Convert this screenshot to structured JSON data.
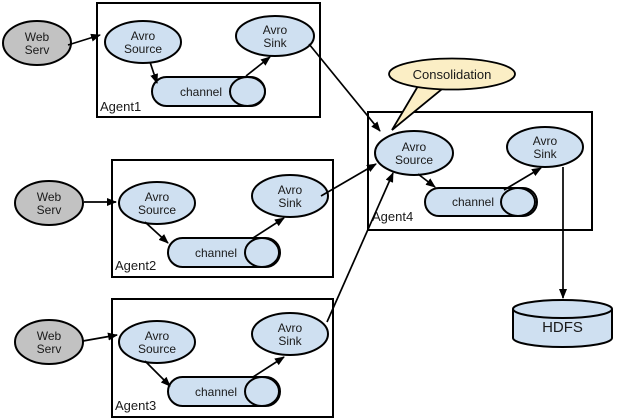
{
  "colors": {
    "background": "#ffffff",
    "node_fill": "#cfe0f1",
    "web_server_fill": "#c2c2c2",
    "callout_fill": "#fbeec5",
    "stroke": "#000000"
  },
  "web_servers": [
    {
      "line1": "Web",
      "line2": "Serv"
    },
    {
      "line1": "Web",
      "line2": "Serv"
    },
    {
      "line1": "Web",
      "line2": "Serv"
    }
  ],
  "agents": [
    {
      "name": "Agent1",
      "source_line1": "Avro",
      "source_line2": "Source",
      "channel": "channel",
      "sink_line1": "Avro",
      "sink_line2": "Sink"
    },
    {
      "name": "Agent2",
      "source_line1": "Avro",
      "source_line2": "Source",
      "channel": "channel",
      "sink_line1": "Avro",
      "sink_line2": "Sink"
    },
    {
      "name": "Agent3",
      "source_line1": "Avro",
      "source_line2": "Source",
      "channel": "channel",
      "sink_line1": "Avro",
      "sink_line2": "Sink"
    },
    {
      "name": "Agent4",
      "source_line1": "Avro",
      "source_line2": "Source",
      "channel": "channel",
      "sink_line1": "Avro",
      "sink_line2": "Sink"
    }
  ],
  "callout": {
    "label": "Consolidation"
  },
  "storage": {
    "label": "HDFS"
  }
}
